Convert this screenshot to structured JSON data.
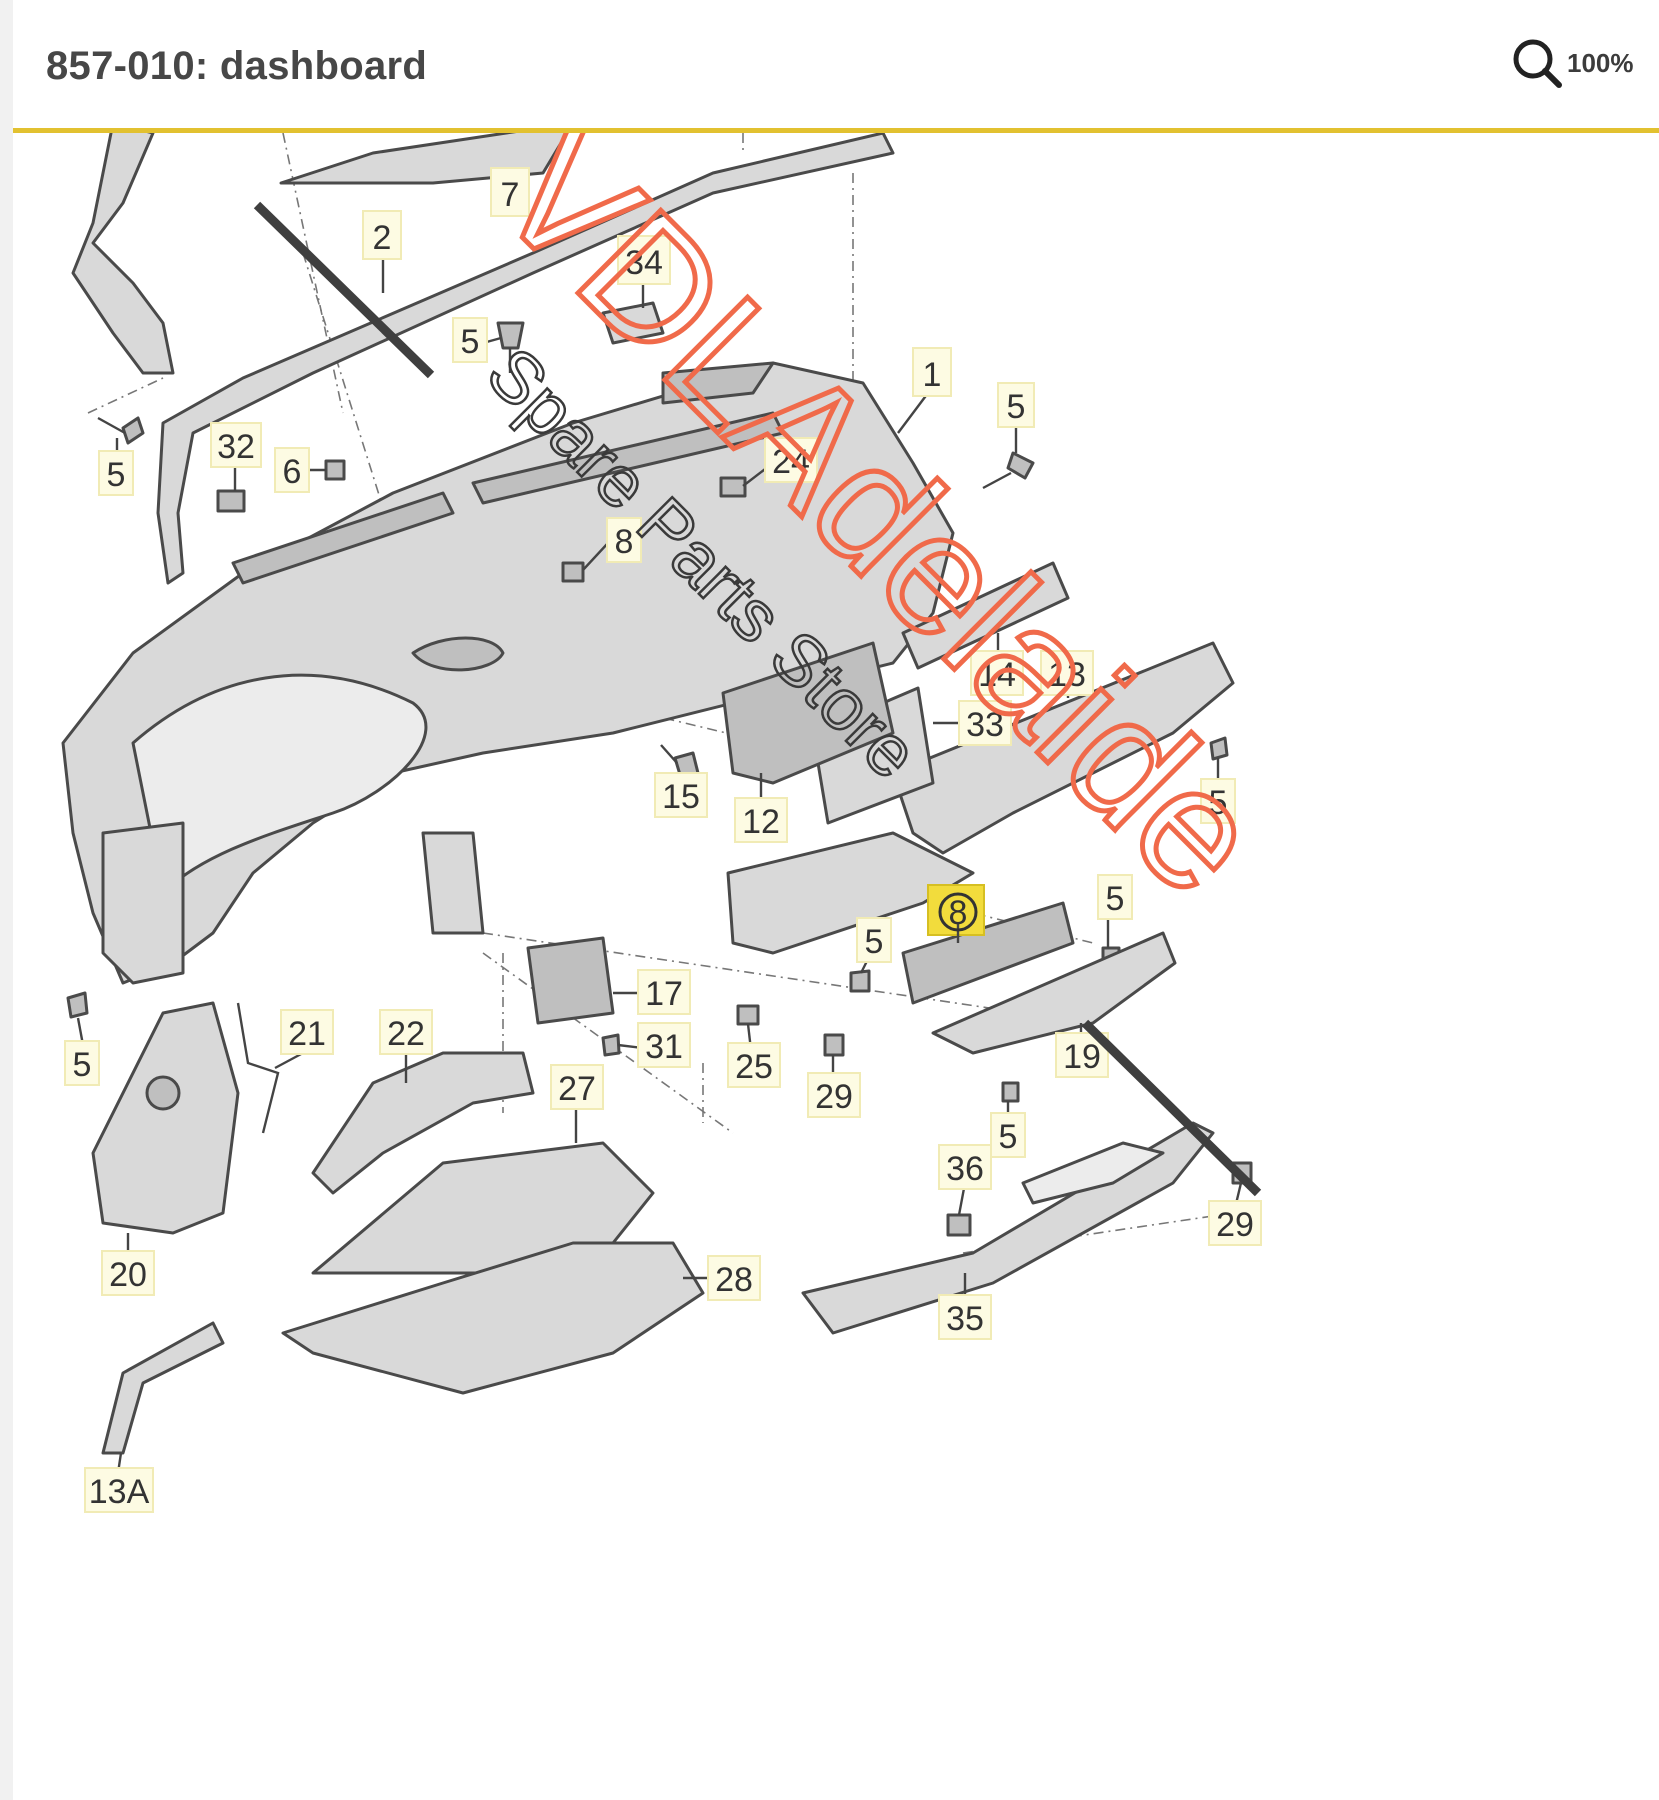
{
  "header": {
    "title": "857-010: dashboard",
    "zoom_label": "100%"
  },
  "watermark": {
    "main": "VDLAdelaide",
    "sub": "Spare Parts Store",
    "main_color": "#f06a4a",
    "sub_color": "#3a3a3a"
  },
  "callouts": {
    "c1": "1",
    "c2": "2",
    "c5a": "5",
    "c5b": "5",
    "c5c": "5",
    "c5d": "5",
    "c5e": "5",
    "c5f": "5",
    "c5g": "5",
    "c5h": "5",
    "c6": "6",
    "c7": "7",
    "c8a": "8",
    "c8b": "8",
    "c12": "12",
    "c13": "13",
    "c13a": "13A",
    "c14": "14",
    "c15": "15",
    "c17": "17",
    "c19": "19",
    "c20": "20",
    "c21": "21",
    "c22": "22",
    "c24": "24",
    "c25": "25",
    "c27": "27",
    "c28": "28",
    "c29a": "29",
    "c29b": "29",
    "c31": "31",
    "c32": "32",
    "c33": "33",
    "c34": "34",
    "c35": "35",
    "c36": "36"
  },
  "colors": {
    "accent": "#e2c130",
    "callout_bg": "#fdfbe3",
    "highlight": "#f2dc3c",
    "part_fill": "#d9d9d9",
    "part_stroke": "#4a4a4a"
  },
  "icons": {
    "zoom": "magnifier-icon"
  }
}
